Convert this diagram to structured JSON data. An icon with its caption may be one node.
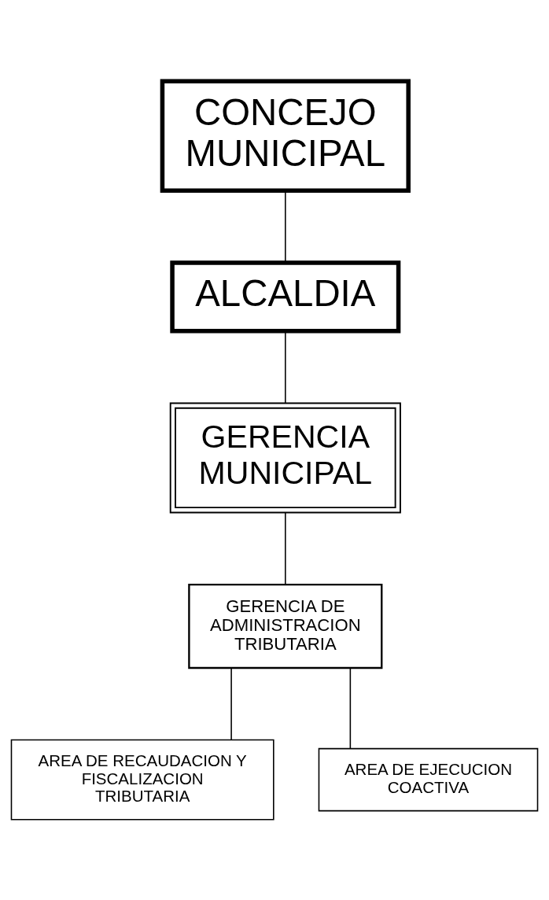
{
  "diagram": {
    "nodes": [
      {
        "text": [
          "CONCEJO MUNICIPAL"
        ]
      },
      {
        "text": [
          "ALCALDIA"
        ]
      },
      {
        "text": [
          "GERENCIA MUNICIPAL"
        ]
      },
      {
        "text": [
          "GERENCIA DE ADMINISTRACION TRIBUTARIA"
        ]
      },
      {
        "text": [
          "AREA DE RECAUDACION Y FISCALIZACION TRIBUTARIA"
        ]
      },
      {
        "text": [
          "AREA DE EJECUCION COACTIVA"
        ]
      }
    ],
    "edges": [
      {
        "from": 0,
        "to": 1,
        "arrow": "none"
      },
      {
        "from": 1,
        "to": 2,
        "arrow": "none"
      },
      {
        "from": 2,
        "to": 3,
        "arrow": "none"
      },
      {
        "from": 3,
        "to": 4,
        "arrow": "none"
      },
      {
        "from": 3,
        "to": 5,
        "arrow": "none"
      }
    ]
  }
}
